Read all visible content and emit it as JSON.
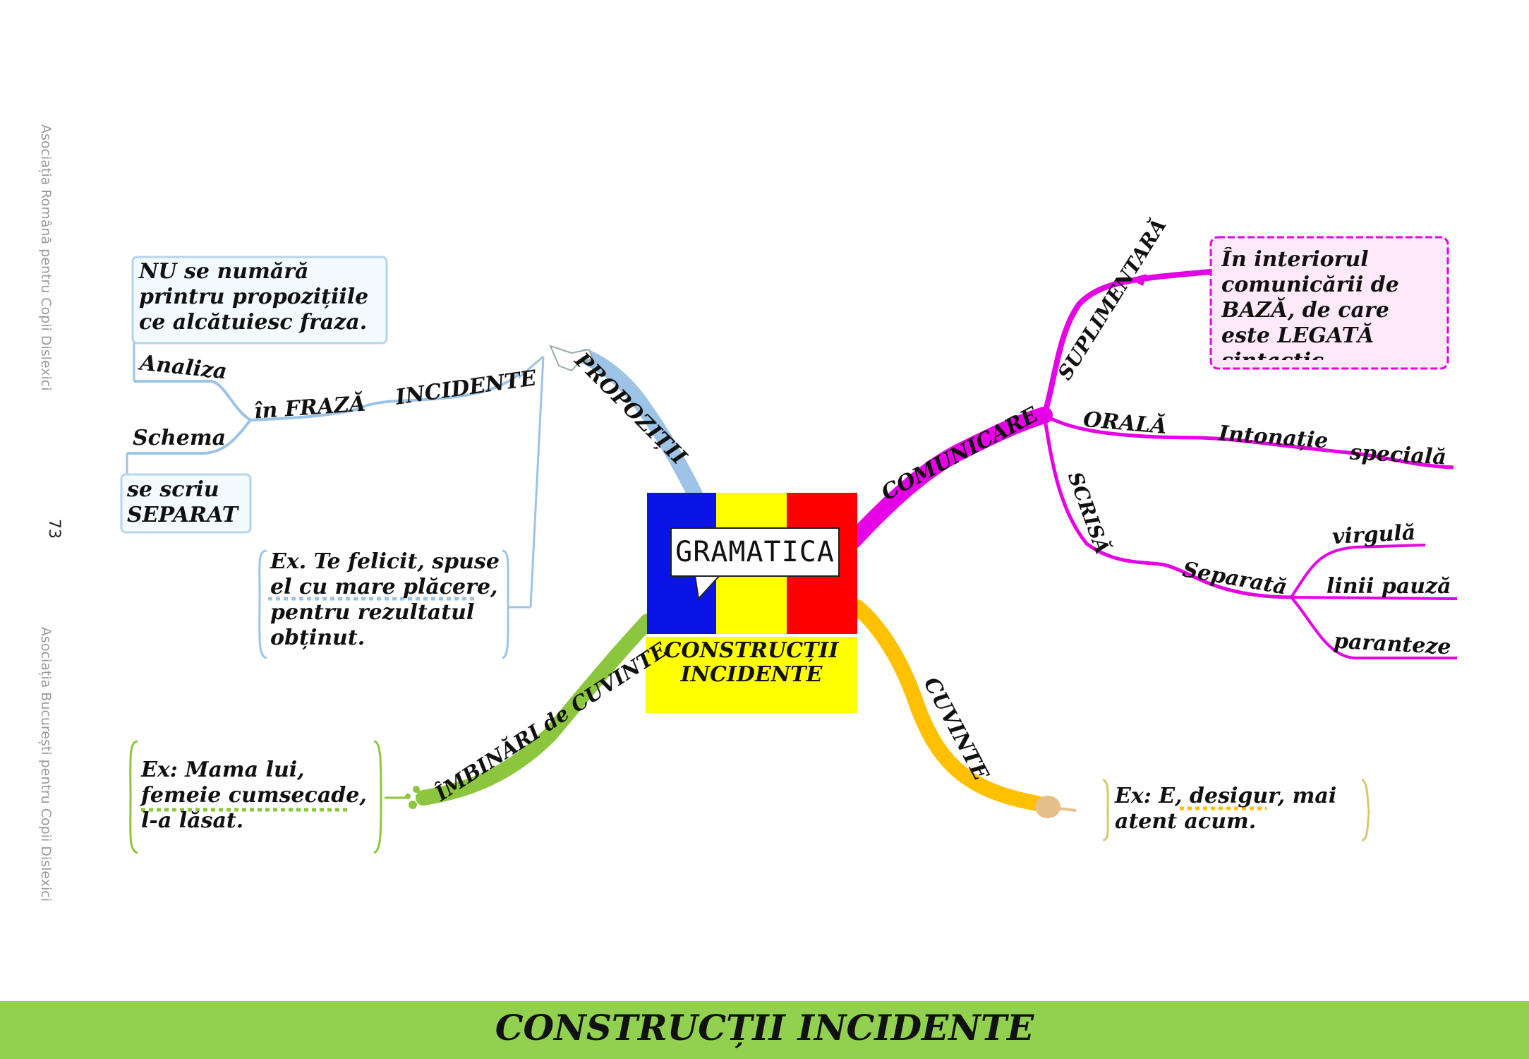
{
  "side_text": {
    "top": "Asociația Română pentru Copii Dislexici",
    "page_number": "73",
    "bottom": "Asociația București pentru Copii Dislexici"
  },
  "center": {
    "badge_text": "GRAMATICA",
    "caption_line1": "CONSTRUCȚII",
    "caption_line2": "INCIDENTE",
    "flag_colors": [
      "#0a14e6",
      "#ffff00",
      "#ff0000"
    ]
  },
  "branches": {
    "propozitii": {
      "label": "PROPOZIȚII",
      "incidente": "INCIDENTE",
      "in_fraza": "în FRAZĂ",
      "analiza": "Analiza",
      "schema": "Schema",
      "note_nu": [
        "NU se numără",
        "printru propozițiile",
        "ce alcătuiesc fraza."
      ],
      "note_separat": [
        "se scriu",
        "SEPARAT"
      ],
      "example": [
        "Ex. Te felicit, spuse",
        "el cu mare plăcere,",
        "pentru rezultatul",
        "obținut."
      ],
      "color": "#9dc3e6"
    },
    "comunicare": {
      "label": "COMUNICARE",
      "suplimentara": "SUPLIMENTARĂ",
      "note": [
        "În interiorul",
        "comunicării de",
        "BAZĂ, de care",
        "este LEGATĂ",
        "sintactic"
      ],
      "orala": "ORALĂ",
      "intonatie": "Intonație",
      "speciala": "specială",
      "scrisa": "SCRISĂ",
      "separata": "Separată",
      "virgula": "virgulă",
      "linii_pauza": "linii pauză",
      "paranteze": "paranteze",
      "color": "#e600e6"
    },
    "cuvinte": {
      "label": "CUVINTE",
      "example": [
        "Ex: E, desigur, mai",
        "atent acum."
      ],
      "color": "#ffc000"
    },
    "imbinari": {
      "label": "ÎMBINĂRI de CUVINTE",
      "example": [
        "Ex: Mama lui,",
        "femeie cumsecade,",
        "l-a lăsat."
      ],
      "color": "#8cc63f"
    }
  },
  "footer": {
    "title": "CONSTRUCȚII INCIDENTE",
    "color": "#92d050"
  }
}
